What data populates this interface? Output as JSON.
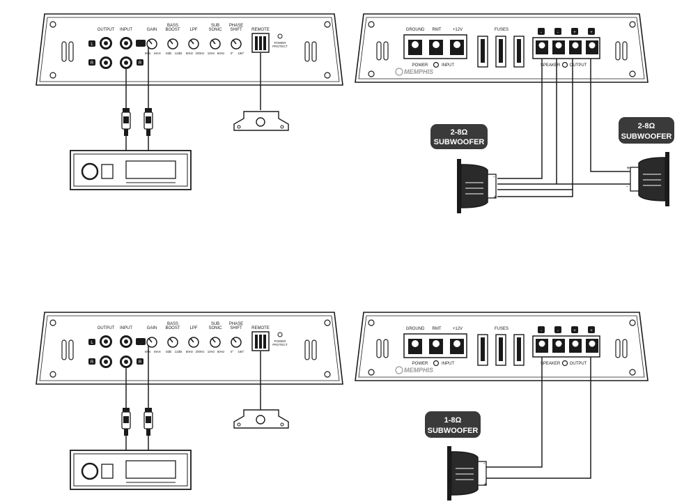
{
  "top": {
    "input_amp": {
      "output_label": "OUTPUT",
      "input_label": "INPUT",
      "gain": "GAIN",
      "bass_boost_1": "BASS",
      "bass_boost_2": "BOOST",
      "lpf": "LPF",
      "sub_sonic_1": "SUB",
      "sub_sonic_2": "SONIC",
      "phase_shift_1": "PHASE",
      "phase_shift_2": "SHIFT",
      "remote": "REMOTE",
      "power_protect_1": "POWER",
      "power_protect_2": "PROTECT",
      "ch_l": "L",
      "ch_r": "R",
      "gain_min": "MIN",
      "gain_max": "MAX",
      "bass_0": "0dB",
      "bass_12": "12dB",
      "lpf_50": "50Hz",
      "lpf_200": "200Hz",
      "sub_10": "10Hz",
      "sub_50": "50Hz",
      "phase_0": "0°",
      "phase_180": "180°"
    },
    "power_amp": {
      "ground": "GROUND",
      "rmt": "RMT",
      "plus12": "+12V",
      "fuses": "FUSES",
      "power_input": "POWER",
      "input_word": "INPUT",
      "speaker": "SPEAKER",
      "output": "OUTPUT",
      "brand": "MEMPHIS"
    },
    "sub_left": {
      "line1": "2-8Ω",
      "line2": "SUBWOOFER"
    },
    "sub_right": {
      "line1": "2-8Ω",
      "line2": "SUBWOOFER"
    }
  },
  "bottom": {
    "input_amp": {
      "output_label": "OUTPUT",
      "input_label": "INPUT",
      "gain": "GAIN",
      "bass_boost_1": "BASS",
      "bass_boost_2": "BOOST",
      "lpf": "LPF",
      "sub_sonic_1": "SUB",
      "sub_sonic_2": "SONIC",
      "phase_shift_1": "PHASE",
      "phase_shift_2": "SHIFT",
      "remote": "REMOTE",
      "power_protect_1": "POWER",
      "power_protect_2": "PROTECT",
      "ch_l": "L",
      "ch_r": "R",
      "gain_min": "MIN",
      "gain_max": "MAX",
      "bass_0": "0dB",
      "bass_12": "12dB",
      "lpf_50": "50Hz",
      "lpf_200": "200Hz",
      "sub_10": "10Hz",
      "sub_50": "50Hz",
      "phase_0": "0°",
      "phase_180": "180°"
    },
    "power_amp": {
      "ground": "GROUND",
      "rmt": "RMT",
      "plus12": "+12V",
      "fuses": "FUSES",
      "power_input": "POWER",
      "input_word": "INPUT",
      "speaker": "SPEAKER",
      "output": "OUTPUT",
      "brand": "MEMPHIS"
    },
    "sub_single": {
      "line1": "1-8Ω",
      "line2": "SUBWOOFER"
    }
  },
  "polarity": {
    "plus": "+",
    "minus": "-"
  },
  "colors": {
    "line": "#1a1a1a",
    "badge": "#3a3a3a",
    "panel": "#ffffff"
  }
}
